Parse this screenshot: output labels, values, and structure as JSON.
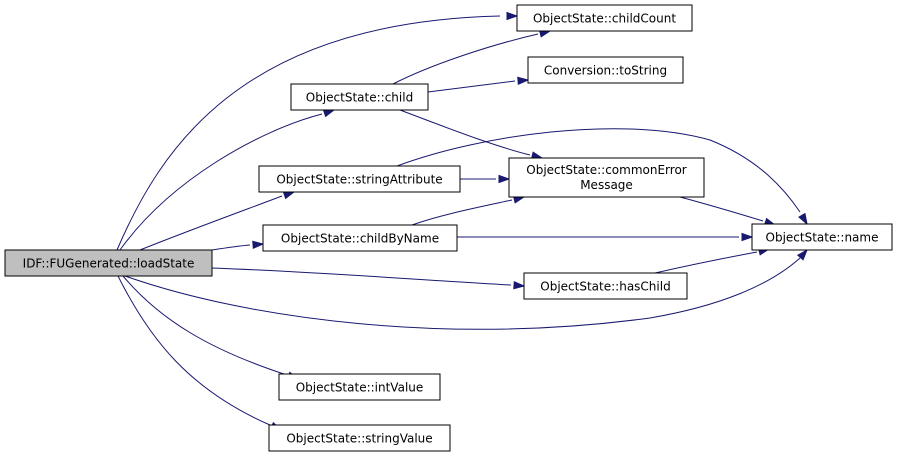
{
  "graph": {
    "root": "IDF::FUGenerated::loadState",
    "nodes": {
      "loadState": {
        "lines": [
          "IDF::FUGenerated::loadState"
        ]
      },
      "childCount": {
        "lines": [
          "ObjectState::childCount"
        ]
      },
      "toString": {
        "lines": [
          "Conversion::toString"
        ]
      },
      "child": {
        "lines": [
          "ObjectState::child"
        ]
      },
      "commonErrorMessage": {
        "lines": [
          "ObjectState::commonError",
          "Message"
        ]
      },
      "stringAttribute": {
        "lines": [
          "ObjectState::stringAttribute"
        ]
      },
      "childByName": {
        "lines": [
          "ObjectState::childByName"
        ]
      },
      "name": {
        "lines": [
          "ObjectState::name"
        ]
      },
      "hasChild": {
        "lines": [
          "ObjectState::hasChild"
        ]
      },
      "intValue": {
        "lines": [
          "ObjectState::intValue"
        ]
      },
      "stringValue": {
        "lines": [
          "ObjectState::stringValue"
        ]
      }
    },
    "edges": [
      [
        "loadState",
        "childCount"
      ],
      [
        "loadState",
        "child"
      ],
      [
        "loadState",
        "stringAttribute"
      ],
      [
        "loadState",
        "childByName"
      ],
      [
        "loadState",
        "hasChild"
      ],
      [
        "loadState",
        "name"
      ],
      [
        "loadState",
        "intValue"
      ],
      [
        "loadState",
        "stringValue"
      ],
      [
        "child",
        "childCount"
      ],
      [
        "child",
        "toString"
      ],
      [
        "child",
        "commonErrorMessage"
      ],
      [
        "stringAttribute",
        "commonErrorMessage"
      ],
      [
        "stringAttribute",
        "name"
      ],
      [
        "childByName",
        "commonErrorMessage"
      ],
      [
        "childByName",
        "name"
      ],
      [
        "commonErrorMessage",
        "name"
      ],
      [
        "hasChild",
        "name"
      ]
    ],
    "colors": {
      "edge": "#191970",
      "root_fill": "#bfbfbf",
      "node_fill": "#ffffff",
      "border": "#000000"
    }
  }
}
